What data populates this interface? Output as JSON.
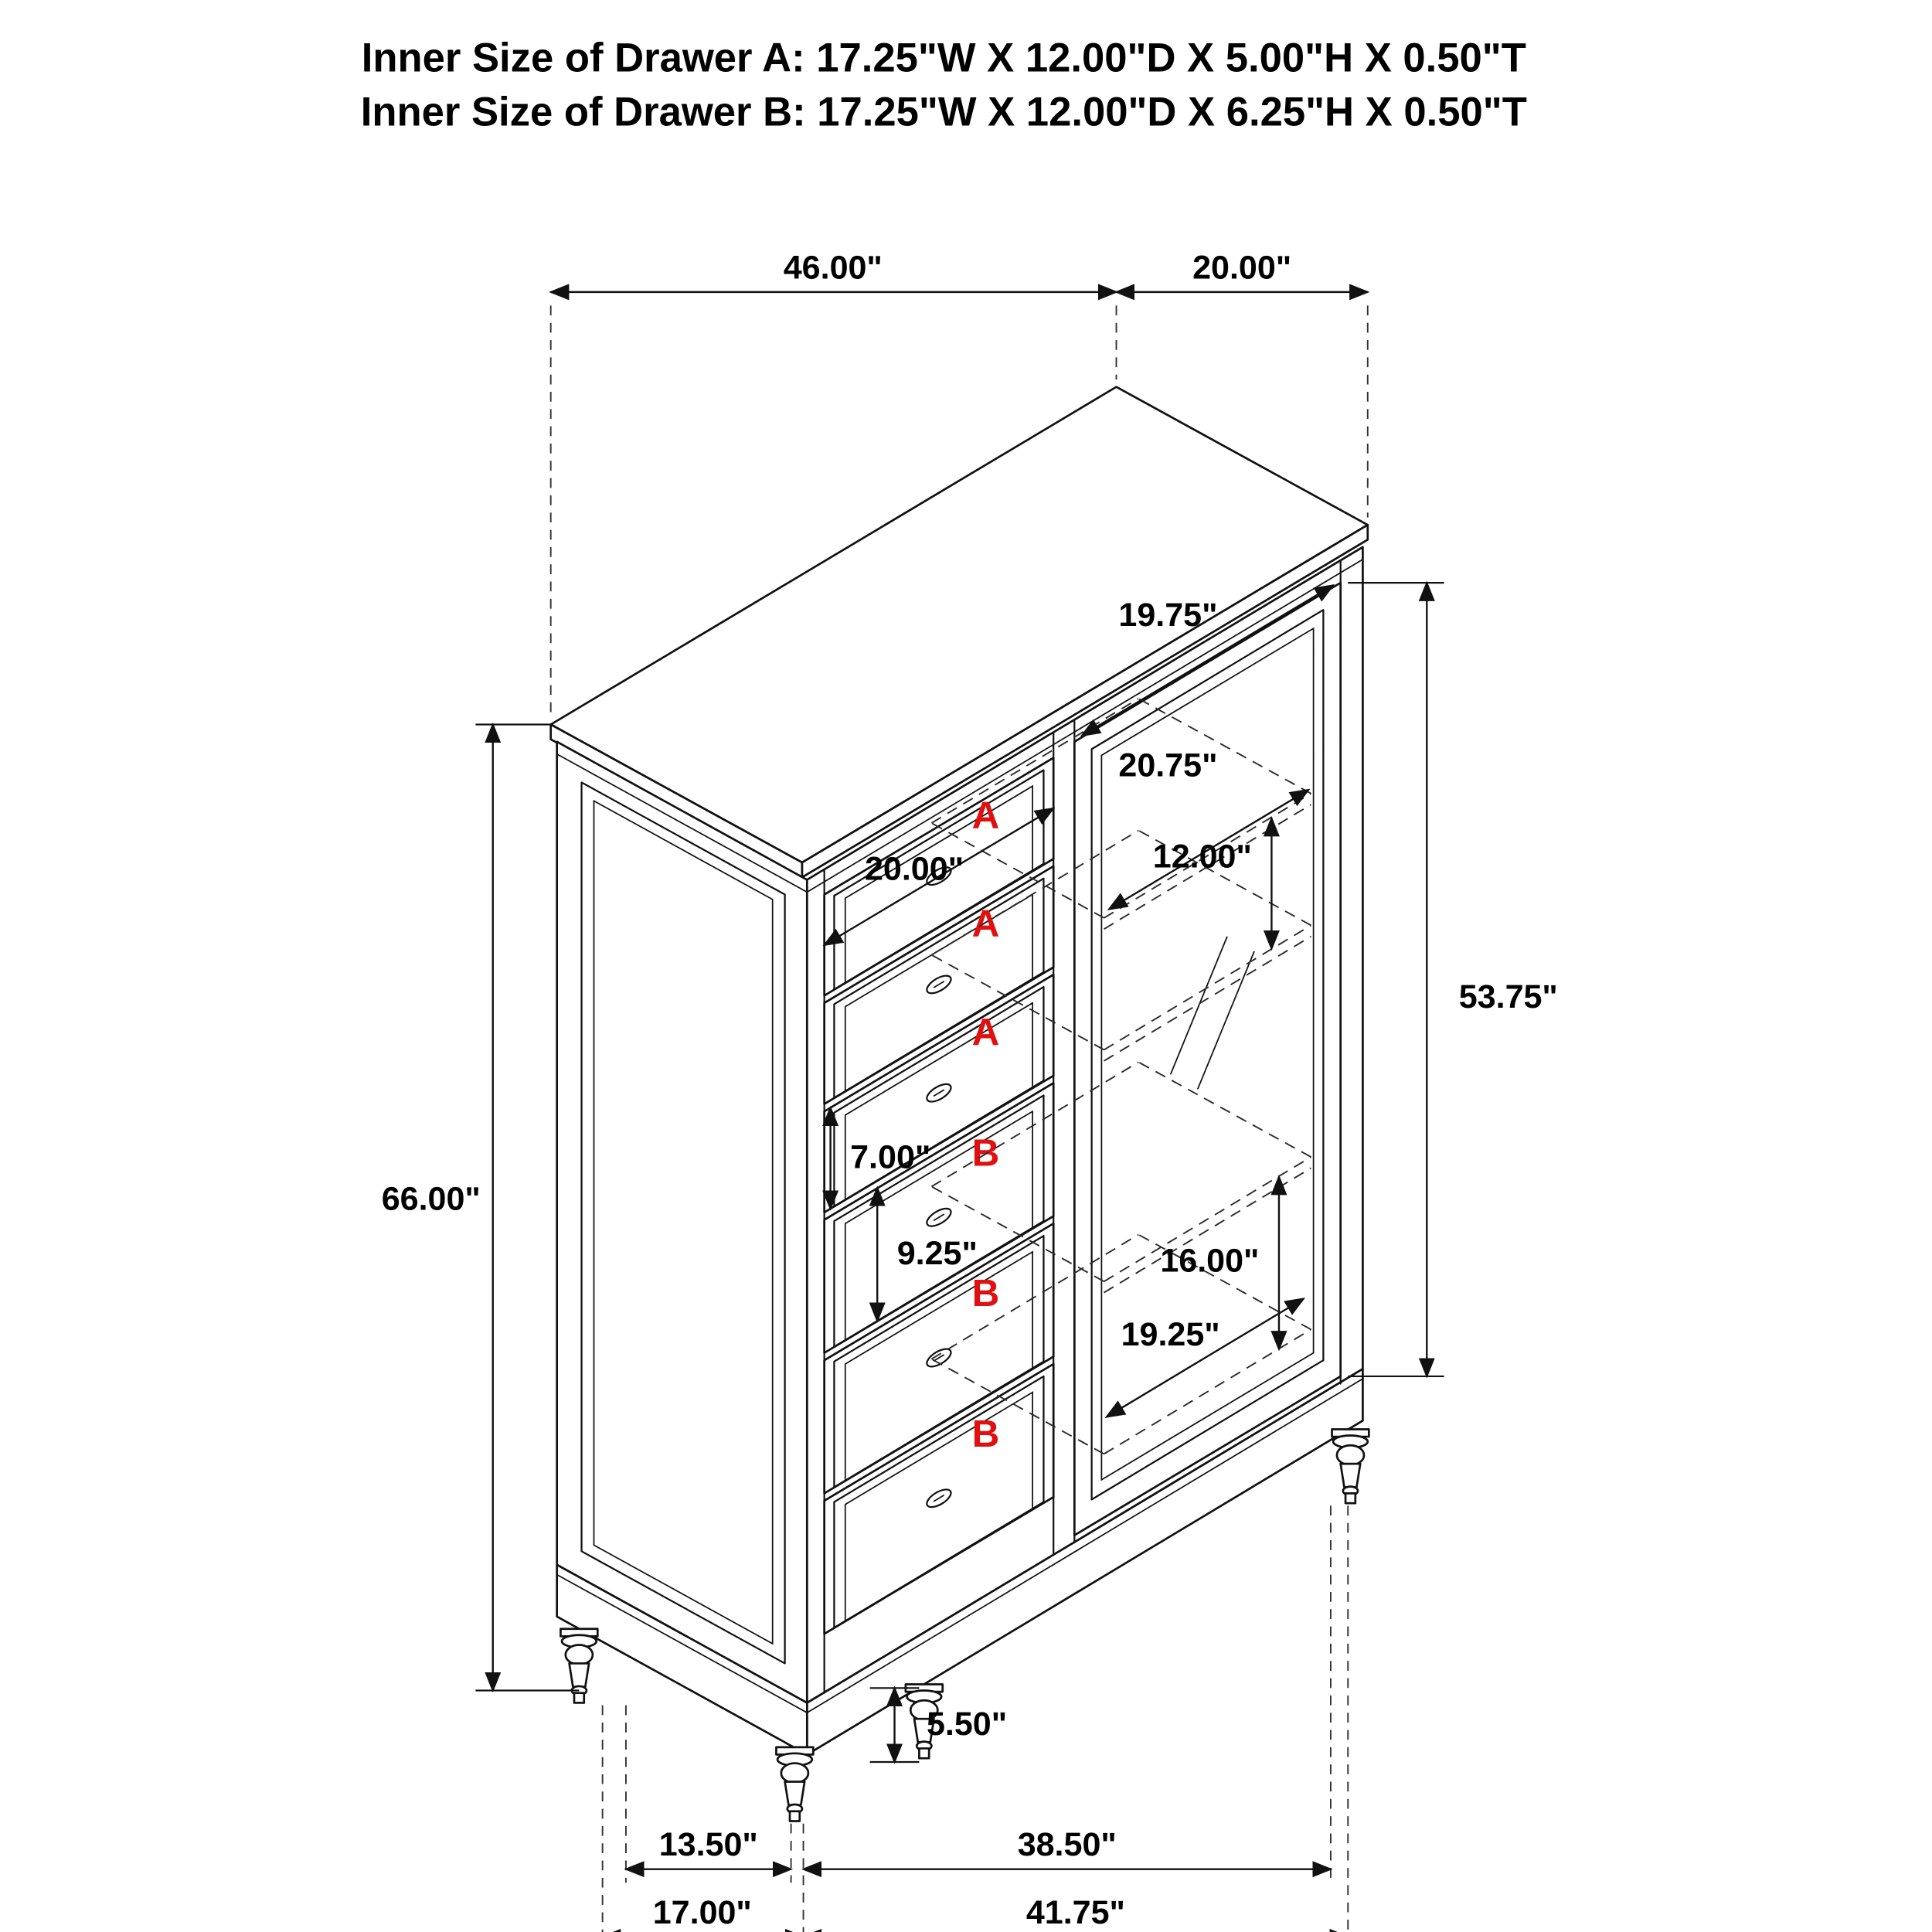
{
  "header": {
    "line1": "Inner Size of Drawer A: 17.25\"W X 12.00\"D X 5.00\"H X 0.50\"T",
    "line2": "Inner Size of Drawer B: 17.25\"W X 12.00\"D X 6.25\"H X 0.50\"T"
  },
  "dimensions": {
    "top_width": "46.00\"",
    "top_depth": "20.00\"",
    "door_width": "19.75\"",
    "interior_width_top": "20.75\"",
    "shelf_spacing_upper": "12.00\"",
    "door_height": "53.75\"",
    "drawer_front_width": "20.00\"",
    "overall_height": "66.00\"",
    "drawer_a_front_height": "7.00\"",
    "drawer_b_front_height": "9.25\"",
    "shelf_spacing_lower": "16.00\"",
    "interior_width_bottom": "19.25\"",
    "leg_height": "5.50\"",
    "foot_span_depth": "13.50\"",
    "foot_span_width": "38.50\"",
    "base_depth": "17.00\"",
    "base_width": "41.75\""
  },
  "drawer_labels": [
    "A",
    "A",
    "A",
    "B",
    "B",
    "B"
  ],
  "colors": {
    "line": "#111111",
    "drawer_label": "#e01010",
    "dimension_text": "#000000",
    "background": "#ffffff"
  }
}
